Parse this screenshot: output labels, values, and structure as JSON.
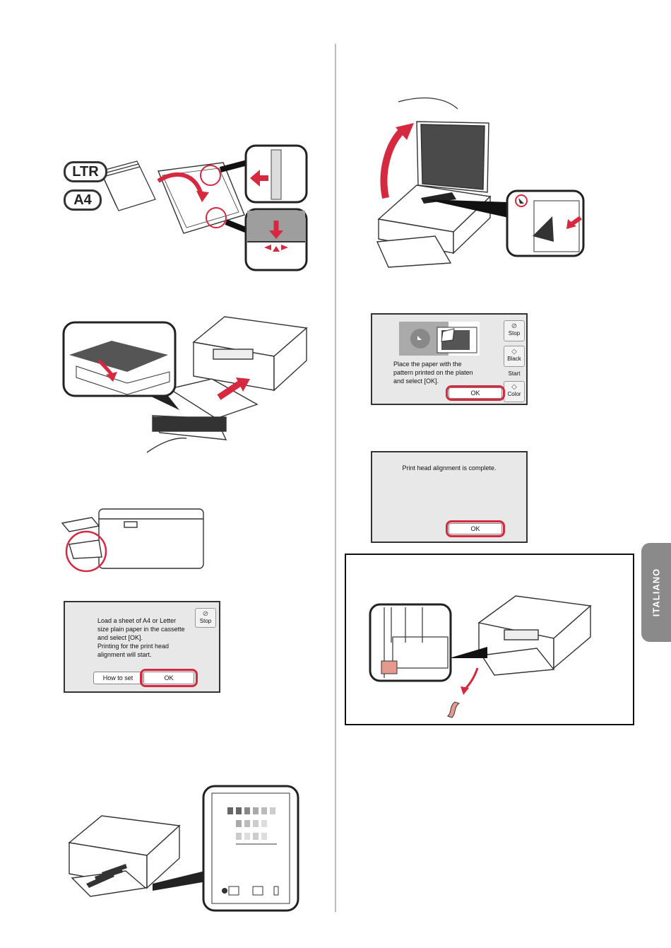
{
  "side_tab": {
    "label": "ITALIANO"
  },
  "paper_labels": {
    "ltr": "LTR",
    "a4": "A4"
  },
  "load_screen": {
    "message_lines": [
      "Load a sheet of A4 or Letter",
      "size plain paper in the cassette",
      "and select [OK].",
      "Printing for the print head",
      "alignment will start."
    ],
    "how_to_set_label": "How to set",
    "ok_label": "OK",
    "stop_label": "Stop"
  },
  "place_screen": {
    "message_lines": [
      "Place the paper with the",
      "pattern printed on the platen",
      "and select [OK]."
    ],
    "ok_label": "OK",
    "stop_label": "Stop",
    "black_label": "Black",
    "start_label": "Start",
    "color_label": "Color"
  },
  "complete_screen": {
    "message": "Print head alignment is complete.",
    "ok_label": "OK"
  },
  "colors": {
    "accent_red": "#d6283f",
    "tab_gray": "#8a8a8a",
    "lcd_bg": "#e8e8e8"
  }
}
